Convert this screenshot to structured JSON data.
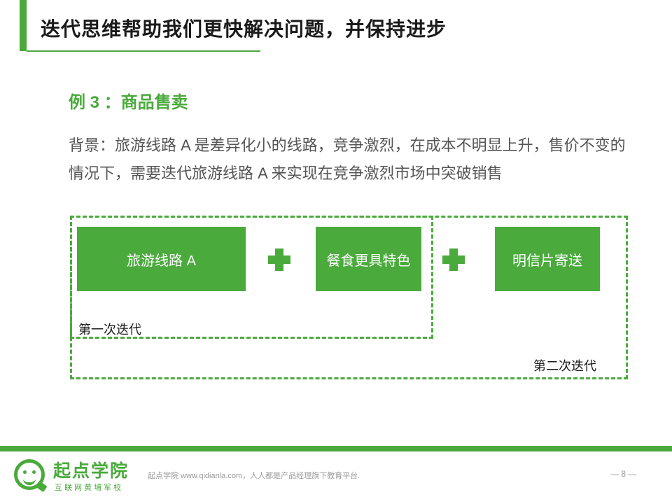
{
  "header": {
    "title": "迭代思维帮助我们更快解决问题，并保持进步"
  },
  "example": {
    "title": "例 3 ：商品售卖",
    "background": "背景：旅游线路 A 是差异化小的线路，竞争激烈，在成本不明显上升，售价不变的情况下，需要迭代旅游线路 A 来实现在竞争激烈市场中突破销售"
  },
  "diagram": {
    "steps": [
      "旅游线路 A",
      "餐食更具特色",
      "明信片寄送"
    ],
    "iterations": [
      "第一次迭代",
      "第二次迭代"
    ]
  },
  "colors": {
    "accent": "#4aaa3c"
  },
  "footer": {
    "logo_name": "起点学院",
    "logo_subtitle": "互联网黄埔军校",
    "tagline": "起点学院 www.qidianla.com，人人都是产品经理旗下教育平台.",
    "page_number": "— 8 —"
  }
}
